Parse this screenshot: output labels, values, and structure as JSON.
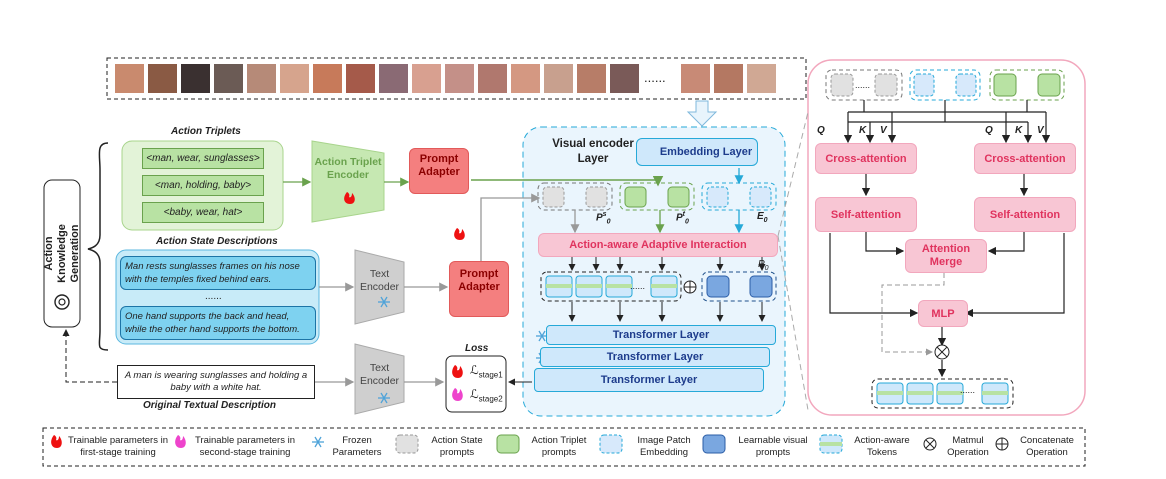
{
  "frames": {
    "ellipsis": "......"
  },
  "left_panel": {
    "knowledge_label": "Action Knowledge Generation",
    "triplets_title": "Action Triplets",
    "triplets": [
      "<man, wear, sunglasses>",
      "<man, holding, baby>",
      "<baby, wear, hat>"
    ],
    "state_title": "Action State Descriptions",
    "state_desc_1": "Man rests sunglasses frames on his nose with the temples fixed behind ears.",
    "state_dots": "......",
    "state_desc_2": "One hand supports the back and head, while the other hand supports the bottom.",
    "orig_text": "A man is wearing sunglasses and holding a baby with a  white hat.",
    "orig_title": "Original Textual Description"
  },
  "center": {
    "triplet_encoder": "Action Triplet Encoder",
    "text_encoder_1": "Text Encoder",
    "text_encoder_2": "Text Encoder",
    "prompt_adapter_1": "Prompt Adapter",
    "prompt_adapter_2": "Prompt Adapter",
    "loss_title": "Loss",
    "loss_1": "ℒ",
    "loss_1_sub": "stage1",
    "loss_2": "ℒ",
    "loss_2_sub": "stage2"
  },
  "visual_encoder": {
    "title": "Visual encoder Layer",
    "embedding": "Embedding  Layer",
    "p_s": "P",
    "p_s_sup": "s",
    "p_s_sub": "0",
    "p_t": "P",
    "p_t_sup": "t",
    "p_t_sub": "0",
    "e0": "E",
    "e0_sub": "0",
    "p0": "P",
    "p0_sub": "0",
    "aai": "Action-aware Adaptive Interaction",
    "transformer": [
      "Transformer Layer",
      "Transformer Layer",
      "Transformer Layer"
    ],
    "dots": "......"
  },
  "right_panel": {
    "q": "Q",
    "k": "K",
    "v": "V",
    "cross_1": "Cross-attention",
    "cross_2": "Cross-attention",
    "self_1": "Self-attention",
    "self_2": "Self-attention",
    "merge": "Attention Merge",
    "mlp": "MLP",
    "dots": "......"
  },
  "legend": [
    "Trainable parameters in first-stage training",
    "Trainable parameters in second-stage training",
    "Frozen Parameters",
    "Action State prompts",
    "Action Triplet prompts",
    "Image Patch Embedding",
    "Learnable visual prompts",
    "Action-aware Tokens",
    "Matmul Operation",
    "Concatenate Operation"
  ],
  "colors": {
    "triplet_green": "#b8e2a3",
    "state_blue": "#7ed2f0",
    "pink": "#f8c6d4",
    "red": "#f47f7f",
    "transformer": "#cfe8fb",
    "accent_blue": "#26a9d8"
  }
}
